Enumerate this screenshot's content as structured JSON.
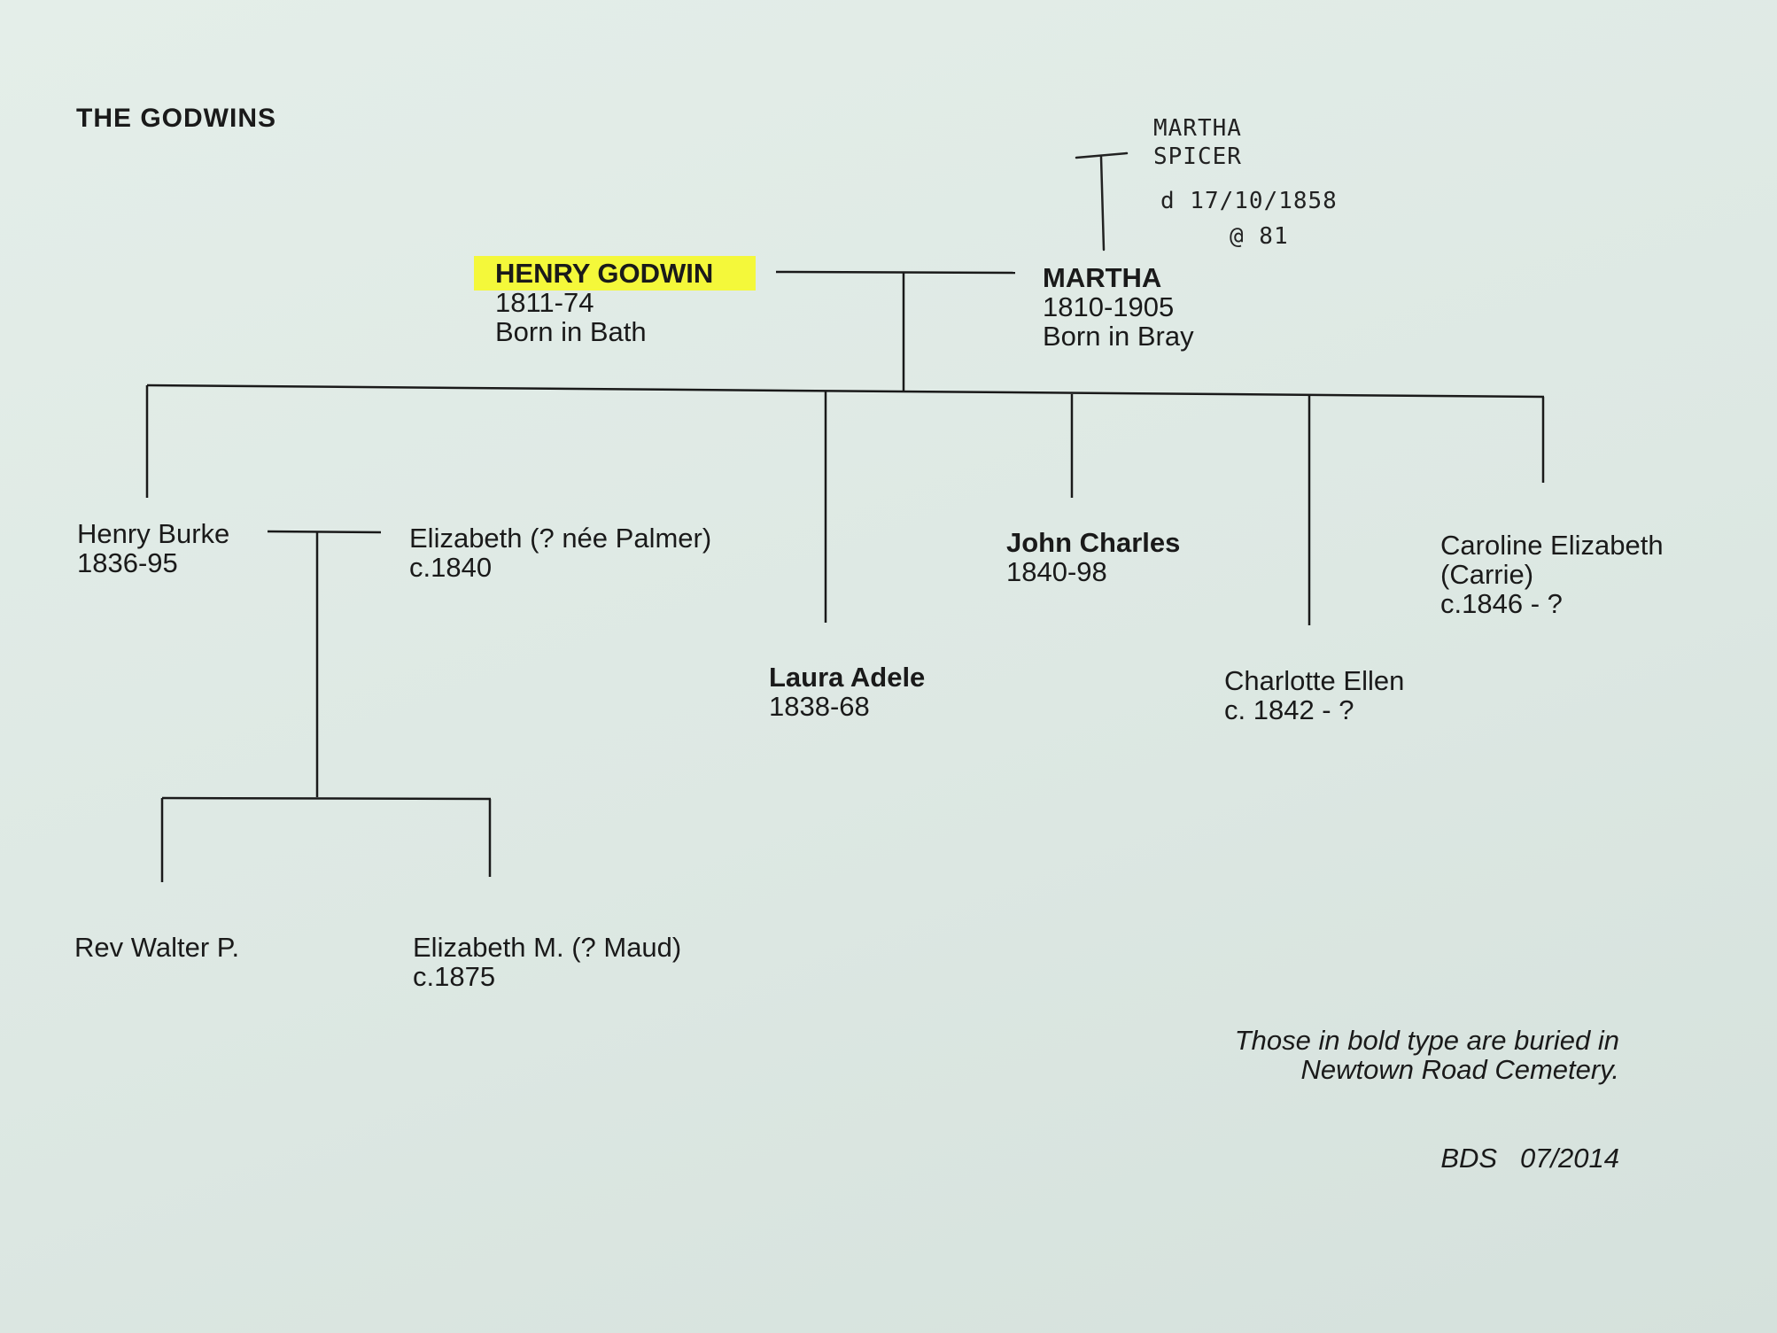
{
  "title": "THE GODWINS",
  "parents": {
    "father": {
      "name": "HENRY GODWIN",
      "years": "1811-74",
      "birthplace": "Born in Bath"
    },
    "mother": {
      "name": "MARTHA",
      "years": "1810-1905",
      "birthplace": "Born in Bray"
    }
  },
  "handwritten_note": {
    "line1": "MARTHA",
    "line2": "SPICER",
    "line3": "d 17/10/1858",
    "line4": "@ 81"
  },
  "children": [
    {
      "name": "Henry Burke",
      "years": "1836-95"
    },
    {
      "name": "Laura Adele",
      "years": "1838-68"
    },
    {
      "name": "John Charles",
      "years": "1840-98"
    },
    {
      "name": "Charlotte Ellen",
      "years": "c. 1842 - ?"
    },
    {
      "name": "Caroline Elizabeth",
      "alias": "(Carrie)",
      "years": "c.1846 - ?"
    }
  ],
  "spouse": {
    "name": "Elizabeth (? née Palmer)",
    "years": "c.1840"
  },
  "grandchildren": [
    {
      "name": "Rev Walter P."
    },
    {
      "name": "Elizabeth M. (? Maud)",
      "years": "c.1875"
    }
  ],
  "footnote": {
    "line1": "Those in bold type are buried in",
    "line2": "Newtown Road Cemetery."
  },
  "signature": "BDS   07/2014",
  "colors": {
    "paper": "#dfe9e4",
    "highlight": "#f4f83a",
    "ink": "#1a1a1a"
  }
}
